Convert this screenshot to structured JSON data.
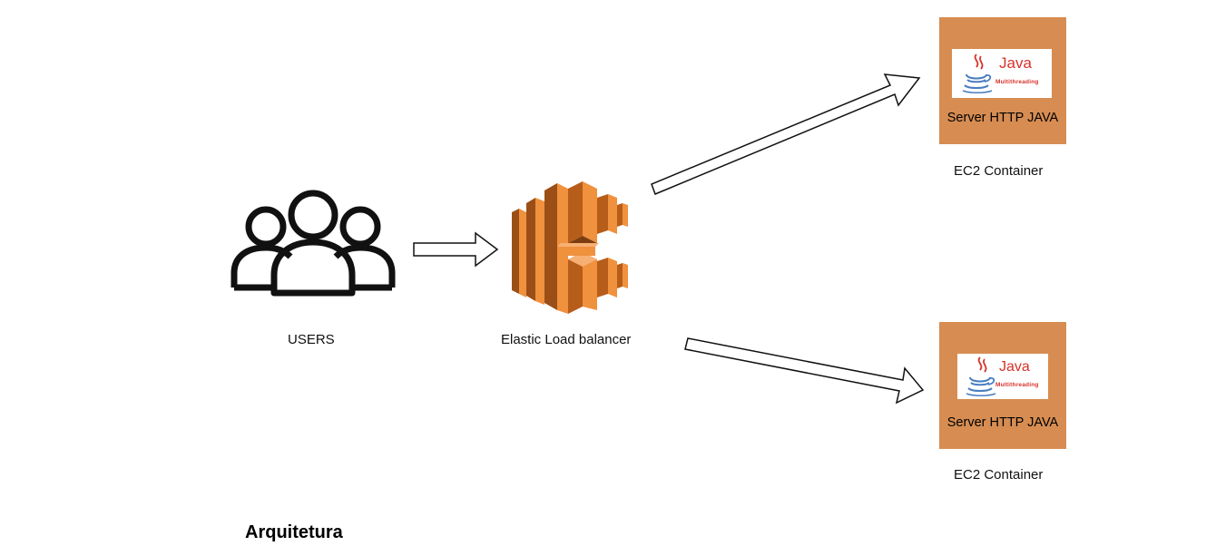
{
  "diagram": {
    "users_label": "USERS",
    "elb_label": "Elastic Load balancer",
    "caption": "Arquitetura",
    "servers": [
      {
        "title": "Server HTTP JAVA",
        "container_label": "EC2 Container",
        "logo_text": "Java",
        "logo_subtext": "Multithreading"
      },
      {
        "title": "Server HTTP JAVA",
        "container_label": "EC2 Container",
        "logo_text": "Java",
        "logo_subtext": "Multithreading"
      }
    ],
    "colors": {
      "server_box": "#d78d52",
      "elb_light": "#f0913e",
      "elb_dark": "#b75d1a",
      "java_red": "#d7322a",
      "java_blue": "#4a7dbf"
    },
    "icons": {
      "users": "users-group-icon",
      "elb": "elastic-load-balancer-icon",
      "java": "java-cup-icon"
    }
  }
}
